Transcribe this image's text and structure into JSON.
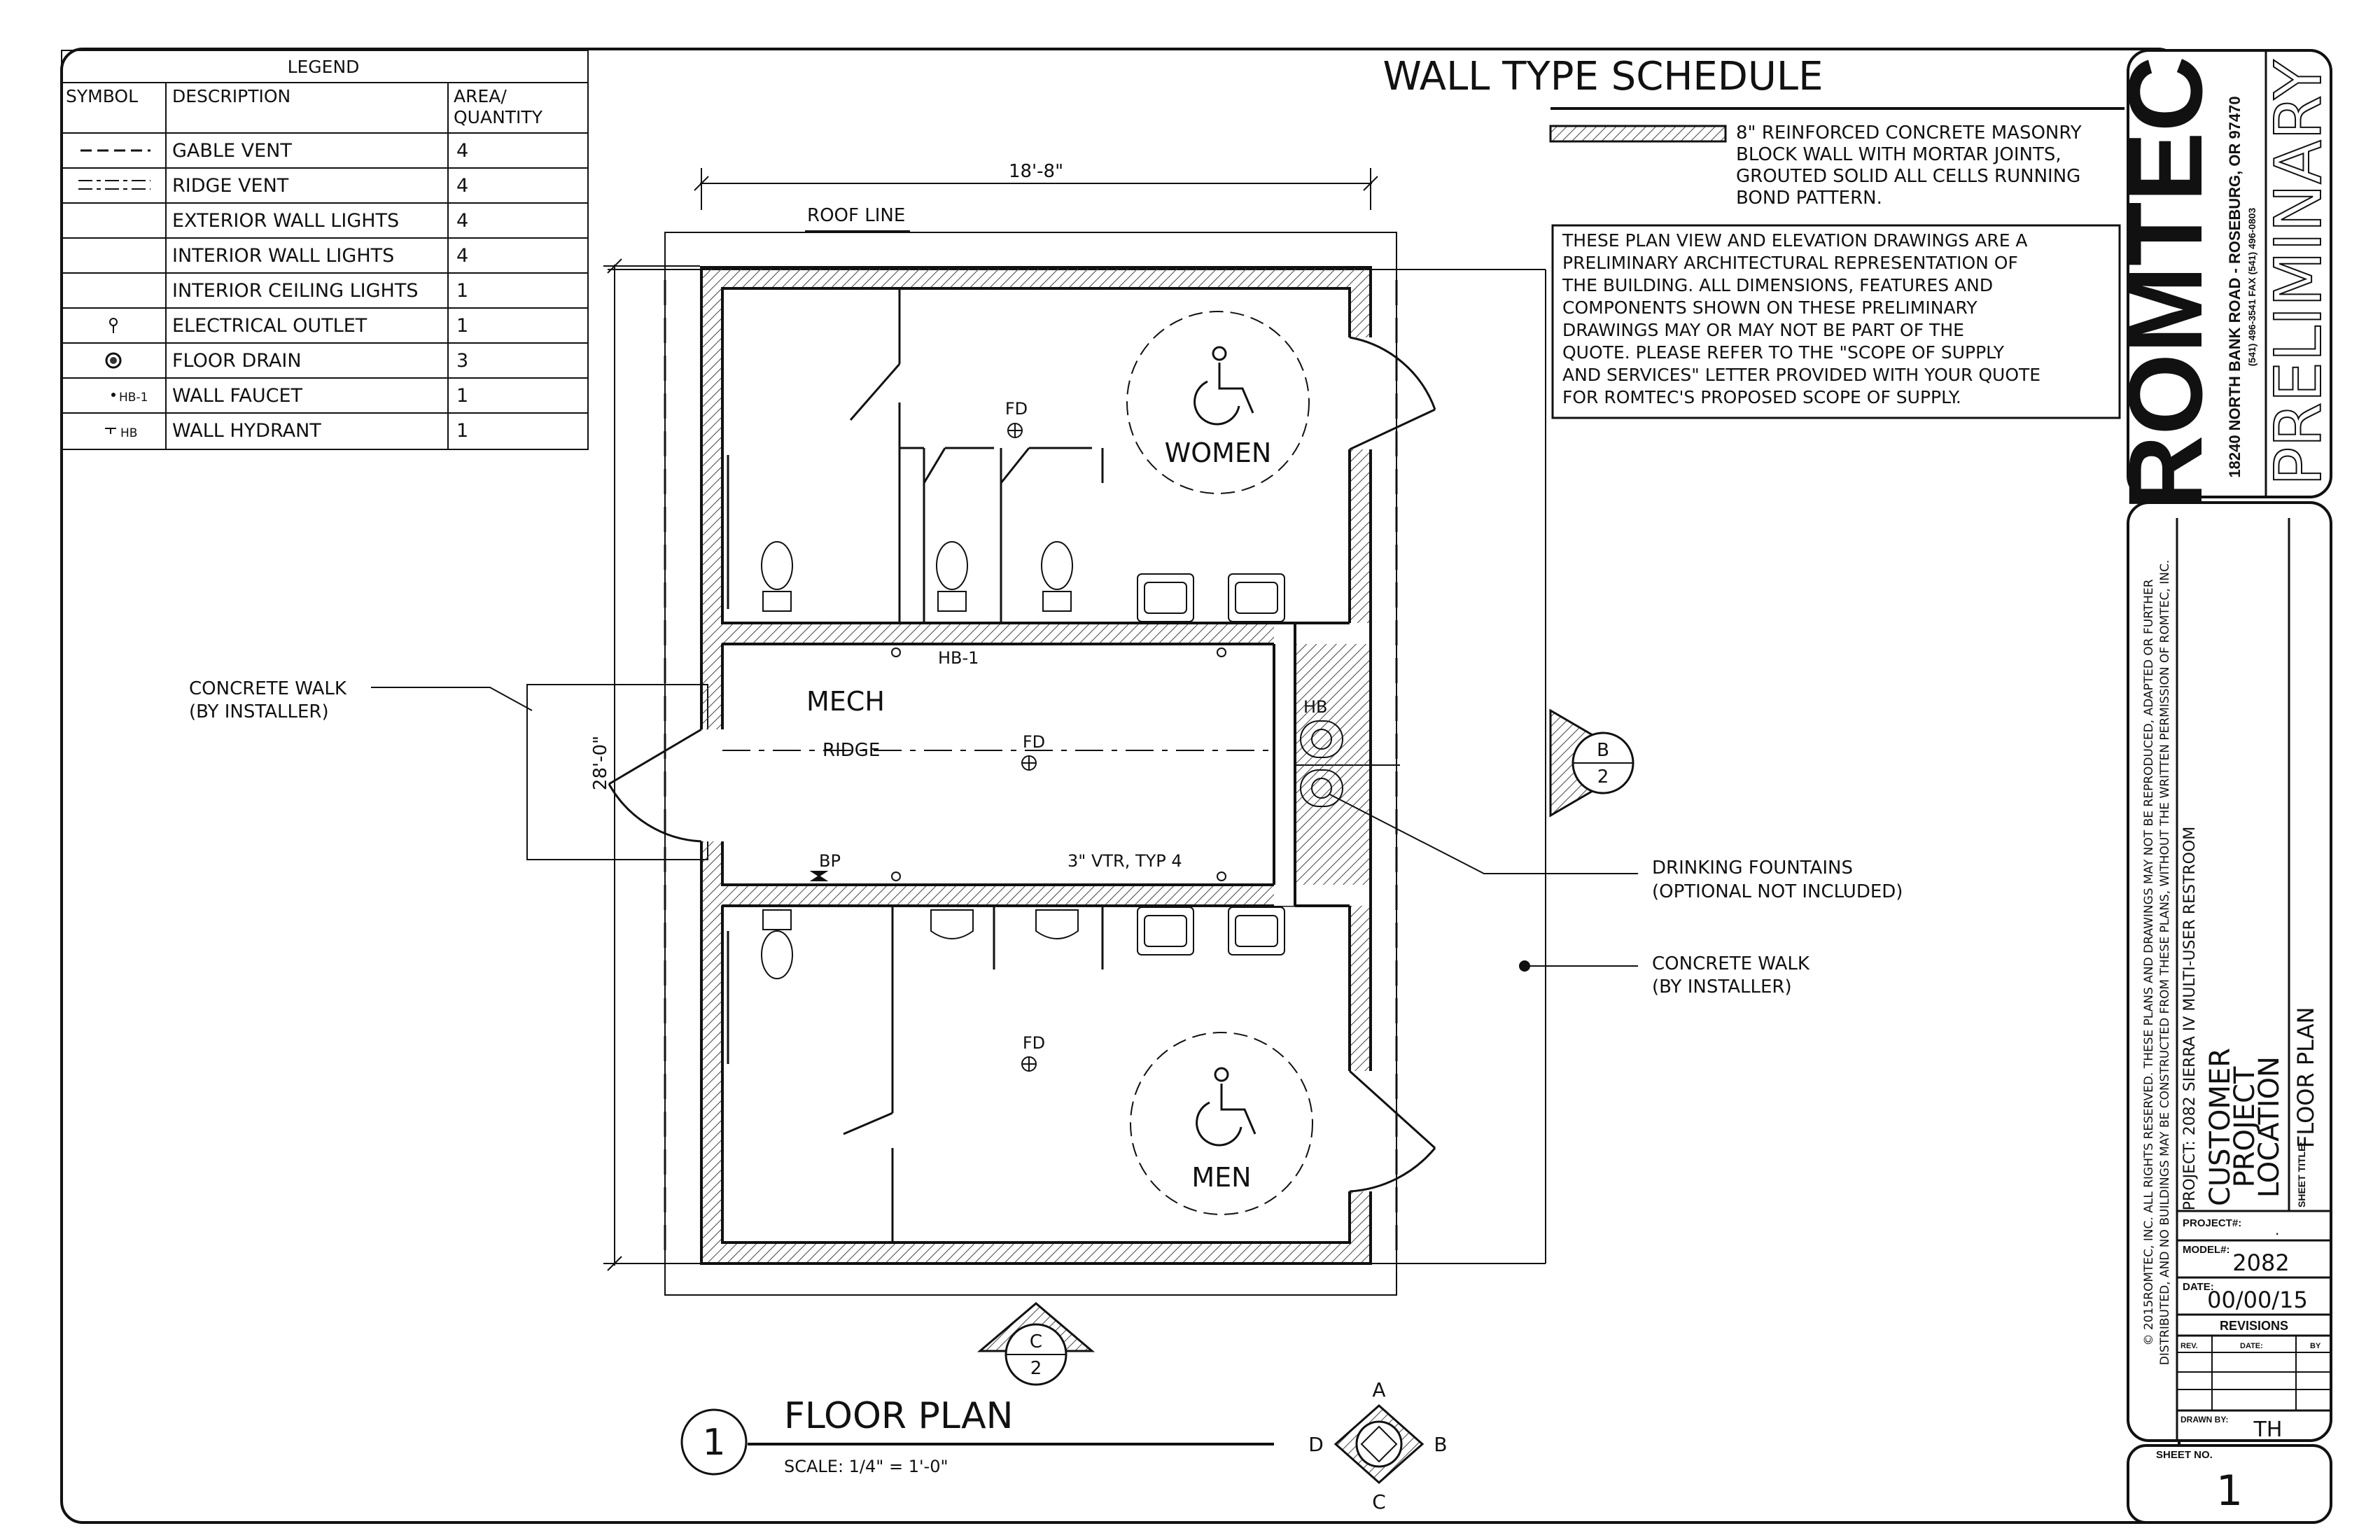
{
  "legend": {
    "title": "LEGEND",
    "headers": [
      "SYMBOL",
      "DESCRIPTION",
      "AREA/",
      "QUANTITY"
    ],
    "rows": [
      {
        "symbol": "",
        "description": "GABLE VENT",
        "qty": "4"
      },
      {
        "symbol": "",
        "description": "RIDGE VENT",
        "qty": "4"
      },
      {
        "symbol": "",
        "description": "EXTERIOR WALL LIGHTS",
        "qty": "4"
      },
      {
        "symbol": "",
        "description": "INTERIOR WALL LIGHTS",
        "qty": "4"
      },
      {
        "symbol": "",
        "description": "INTERIOR CEILING LIGHTS",
        "qty": "1"
      },
      {
        "symbol": "",
        "description": "ELECTRICAL OUTLET",
        "qty": "1"
      },
      {
        "symbol": "",
        "description": "FLOOR DRAIN",
        "qty": "3"
      },
      {
        "symbol": "HB-1",
        "description": "WALL FAUCET",
        "qty": "1"
      },
      {
        "symbol": "HB",
        "description": "WALL HYDRANT",
        "qty": "1"
      }
    ]
  },
  "wall_schedule": {
    "title": "WALL TYPE SCHEDULE",
    "lines": [
      "8\" REINFORCED CONCRETE MASONRY",
      "BLOCK WALL WITH MORTAR JOINTS,",
      "GROUTED SOLID ALL CELLS RUNNING",
      "BOND PATTERN."
    ]
  },
  "disclaimer": [
    "THESE PLAN VIEW AND ELEVATION DRAWINGS ARE A",
    "PRELIMINARY ARCHITECTURAL REPRESENTATION OF",
    "THE BUILDING. ALL DIMENSIONS, FEATURES AND",
    "COMPONENTS SHOWN ON THESE PRELIMINARY",
    "DRAWINGS MAY OR MAY NOT BE PART OF THE",
    "QUOTE. PLEASE REFER TO THE \"SCOPE OF SUPPLY",
    "AND SERVICES\" LETTER PROVIDED WITH YOUR QUOTE",
    "FOR ROMTEC'S PROPOSED SCOPE OF SUPPLY."
  ],
  "plan": {
    "dim_width": "18'-8\"",
    "dim_height": "28'-0\"",
    "roof_line": "ROOF LINE",
    "women": "WOMEN",
    "men": "MEN",
    "mech": "MECH",
    "ridge": "RIDGE",
    "fd": "FD",
    "hb1": "HB-1",
    "hb": "HB",
    "bp": "BP",
    "vtr": "3\" VTR, TYP 4",
    "walk_left": [
      "CONCRETE WALK",
      "(BY INSTALLER)"
    ],
    "walk_right": [
      "CONCRETE WALK",
      "(BY INSTALLER)"
    ],
    "fountains": [
      "DRINKING FOUNTAINS",
      "(OPTIONAL NOT INCLUDED)"
    ],
    "marker_b": [
      "B",
      "2"
    ],
    "marker_c": [
      "C",
      "2"
    ]
  },
  "title_block_plan": {
    "number": "1",
    "title": "FLOOR PLAN",
    "scale": "SCALE: 1/4\" = 1'-0\""
  },
  "compass": {
    "n": "A",
    "e": "B",
    "s": "C",
    "w": "D"
  },
  "company": {
    "logo": "ROMTEC",
    "address": "18240 NORTH BANK ROAD - ROSEBURG, OR 97470",
    "phone": "(541) 496-3541     FAX (541) 496-0803",
    "stamp": "PRELIMINARY"
  },
  "copyright": [
    "© 2015ROMTEC, INC. ALL RIGHTS RESERVED. THESE PLANS AND DRAWINGS MAY NOT BE REPRODUCED, ADAPTED OR FURTHER",
    "DISTRIBUTED, AND NO BUILDINGS MAY BE CONSTRUCTED FROM THESE PLANS, WITHOUT THE WRITTEN PERMISSION OF ROMTEC, INC."
  ],
  "project": {
    "project_label": "PROJECT: 2082 SIERRA IV MULTI-USER RESTROOM",
    "customer_lines": [
      "CUSTOMER",
      "PROJECT",
      "LOCATION"
    ],
    "sheet_title_label": "SHEET TITLE:",
    "sheet_title": "FLOOR PLAN"
  },
  "title_block": {
    "project_no_label": "PROJECT#:",
    "project_no": ".",
    "model_label": "MODEL#:",
    "model": "2082",
    "date_label": "DATE:",
    "date": "00/00/15",
    "revisions": "REVISIONS",
    "rev_cols": [
      "REV.",
      "DATE:",
      "BY"
    ],
    "drawn_label": "DRAWN BY:",
    "drawn": "TH",
    "sheet_label": "SHEET NO.",
    "sheet": "1"
  }
}
